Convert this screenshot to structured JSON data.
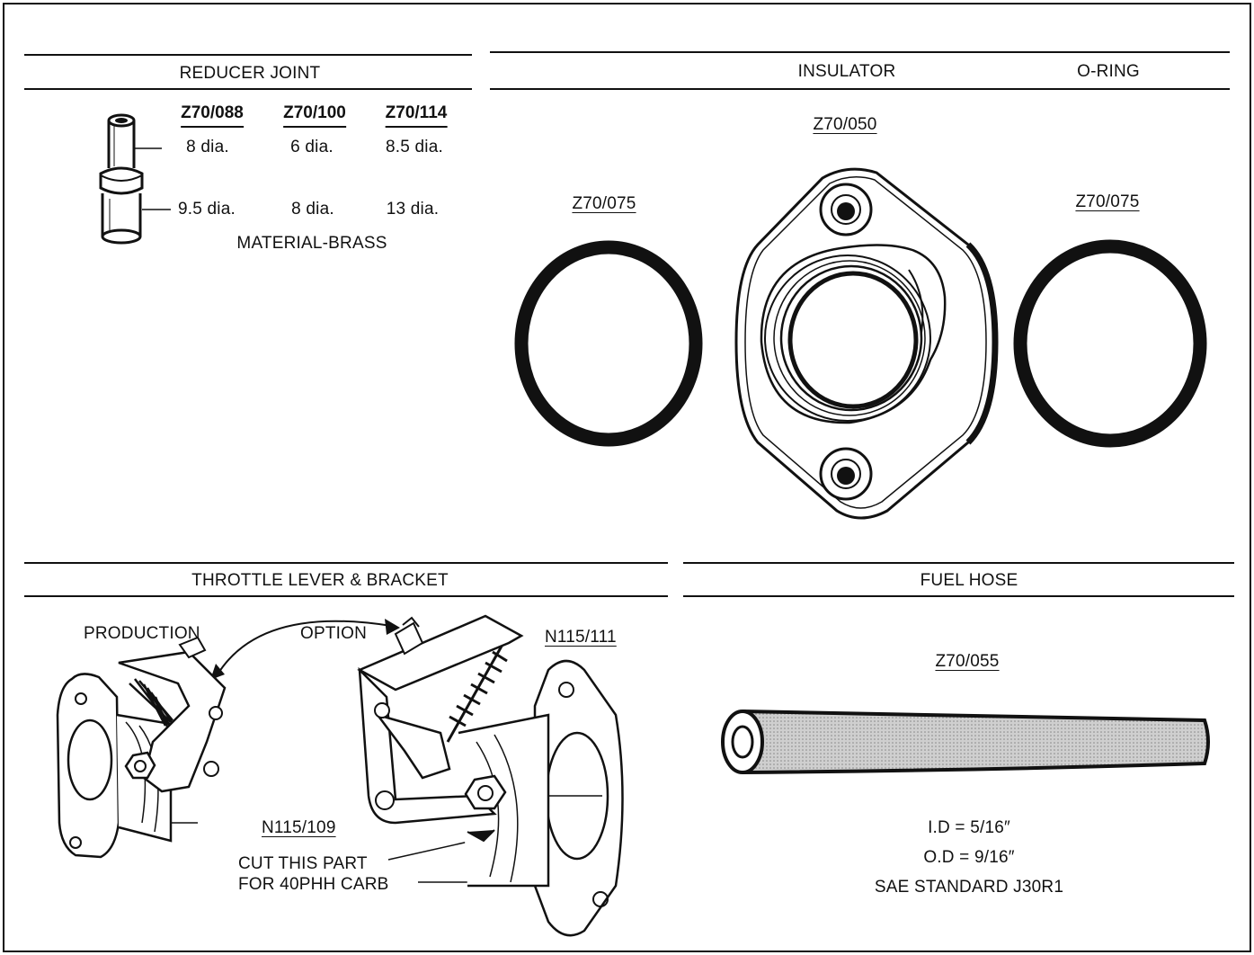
{
  "sections": {
    "reducer_joint": {
      "title": "REDUCER JOINT",
      "part_numbers": [
        "Z70/088",
        "Z70/100",
        "Z70/114"
      ],
      "small_dia": [
        "8 dia.",
        "6 dia.",
        "8.5 dia."
      ],
      "large_dia": [
        "9.5 dia.",
        "8 dia.",
        "13 dia."
      ],
      "material": "MATERIAL-BRASS"
    },
    "insulator": {
      "title": "INSULATOR",
      "part_number": "Z70/050"
    },
    "o_ring": {
      "title": "O-RING",
      "left_part_number": "Z70/075",
      "right_part_number": "Z70/075"
    },
    "throttle": {
      "title": "THROTTLE LEVER & BRACKET",
      "production_label": "PRODUCTION",
      "option_label": "OPTION",
      "option_part_number": "N115/111",
      "bracket_part_number": "N115/109",
      "cut_note_line1": "CUT THIS PART",
      "cut_note_line2": "FOR 40PHH CARB"
    },
    "fuel_hose": {
      "title": "FUEL HOSE",
      "part_number": "Z70/055",
      "id_spec": "I.D = 5/16″",
      "od_spec": "O.D = 9/16″",
      "standard": "SAE STANDARD J30R1"
    }
  }
}
